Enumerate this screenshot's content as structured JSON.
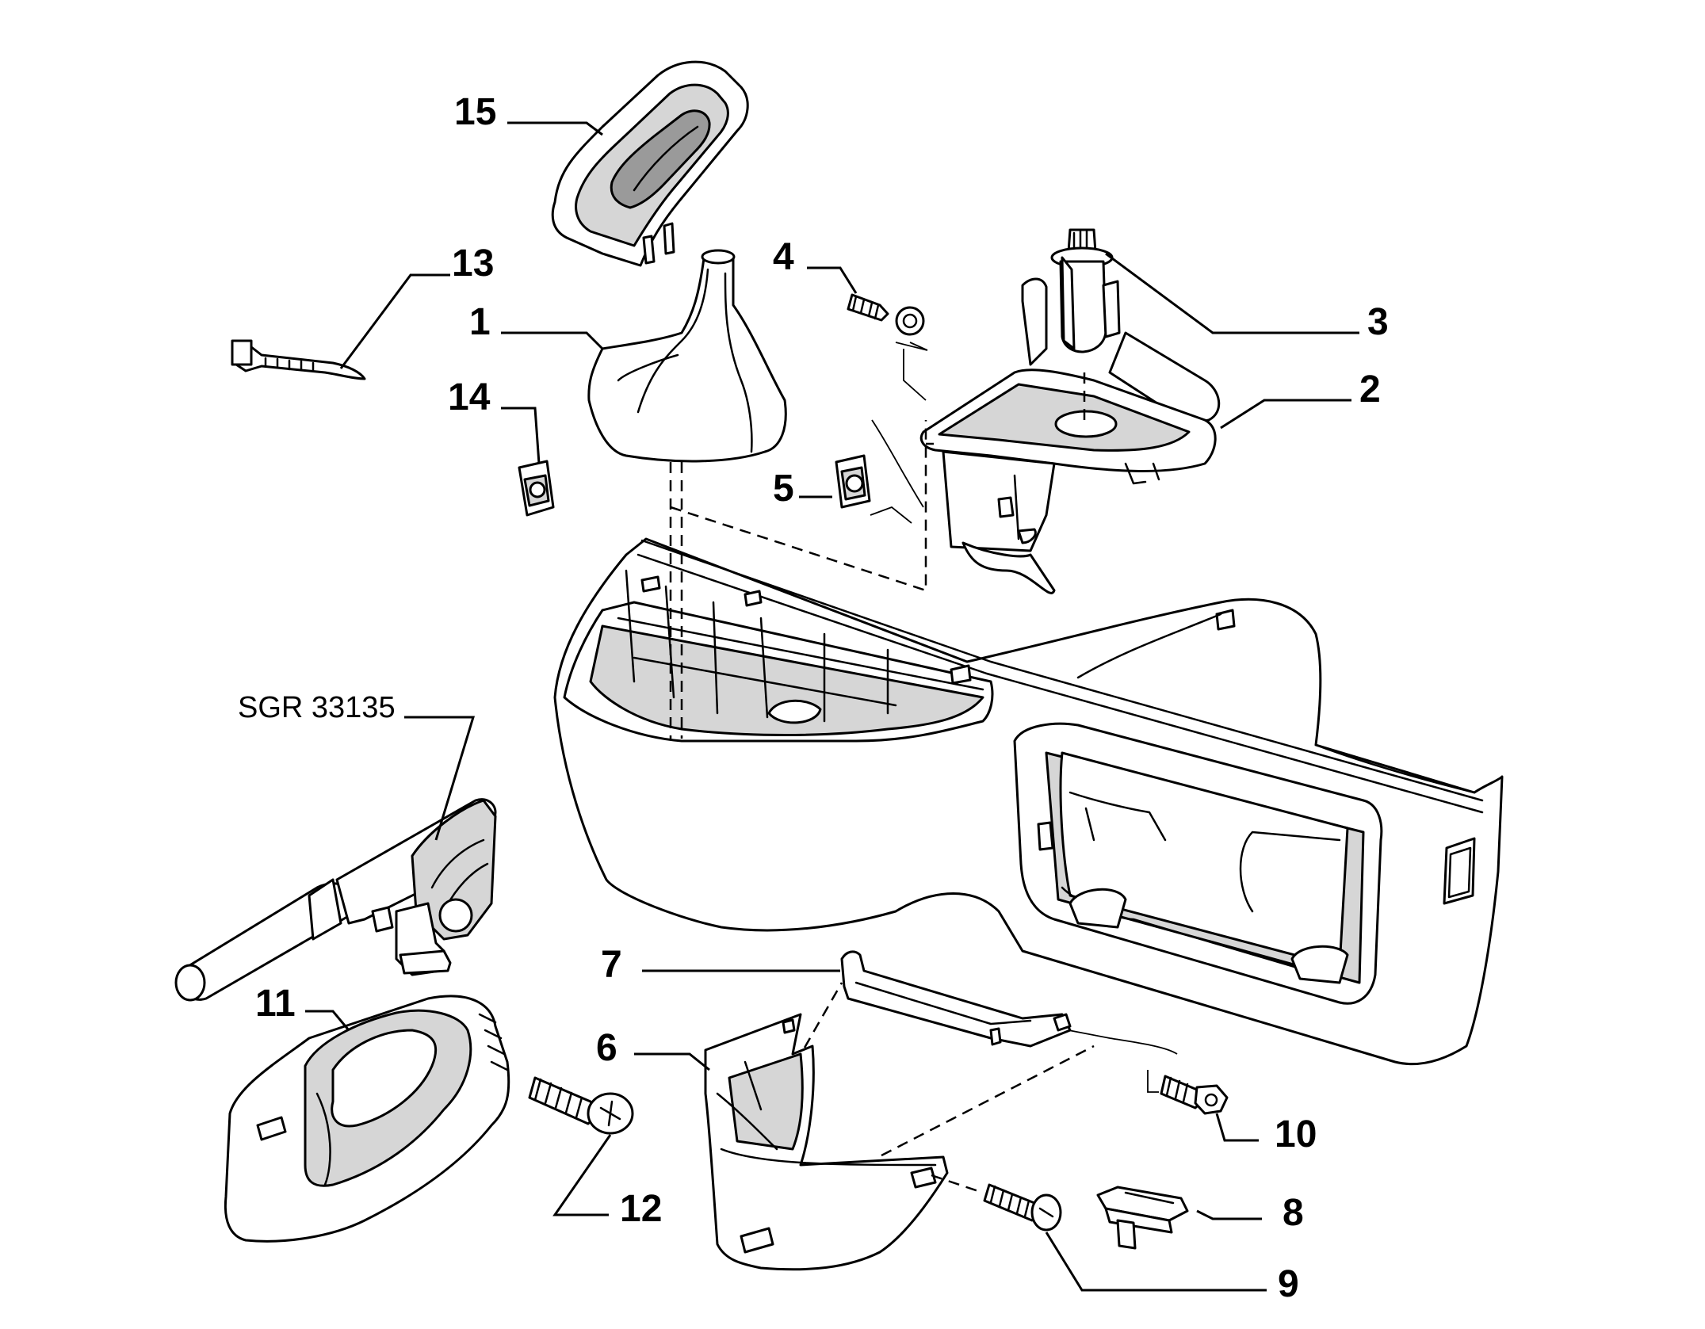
{
  "diagram": {
    "drawing_reference": "SGR 33135",
    "callouts": [
      "15",
      "13",
      "1",
      "14",
      "4",
      "5",
      "3",
      "2",
      "7",
      "6",
      "11",
      "12",
      "10",
      "8",
      "9"
    ]
  }
}
